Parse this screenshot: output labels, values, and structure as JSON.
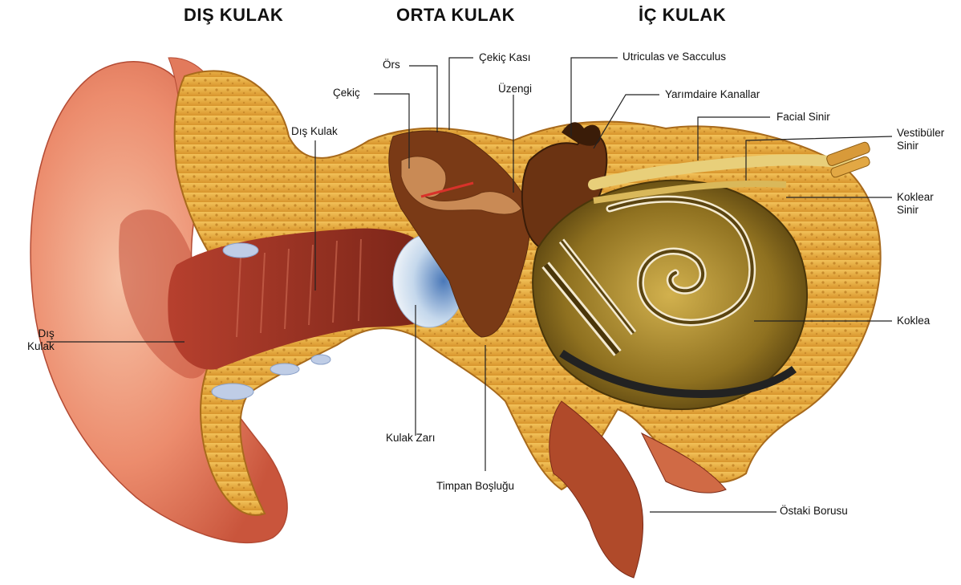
{
  "sections": {
    "outer": "DIŞ KULAK",
    "middle": "ORTA KULAK",
    "inner": "İÇ KULAK"
  },
  "labels": {
    "dis_kulak_left_line1": "Dış",
    "dis_kulak_left_line2": "Kulak",
    "dis_kulak_canal": "Dış Kulak",
    "cekic": "Çekiç",
    "ors": "Örs",
    "cekic_kasi": "Çekiç Kası",
    "uzengi": "Üzengi",
    "utriculas": "Utriculas ve Sacculus",
    "yarimdaire": "Yarımdaire Kanallar",
    "facial_sinir": "Facial Sinir",
    "vestibuler_line1": "Vestibüler",
    "vestibuler_line2": "Sinir",
    "koklear_line1": "Koklear",
    "koklear_line2": "Sinir",
    "koklea": "Koklea",
    "kulak_zari": "Kulak Zarı",
    "timpan": "Timpan Boşluğu",
    "ostaki": "Östaki Borusu"
  },
  "colors": {
    "skin": "#e8775a",
    "skin_light": "#f4b79b",
    "bone": "#e0a83a",
    "bone_dark": "#b07420",
    "canal": "#9c2f22",
    "cavity": "#6b3312",
    "cochlea": "#a88a2a",
    "eardrum": "#bcd3ea",
    "leader": "#222222"
  }
}
